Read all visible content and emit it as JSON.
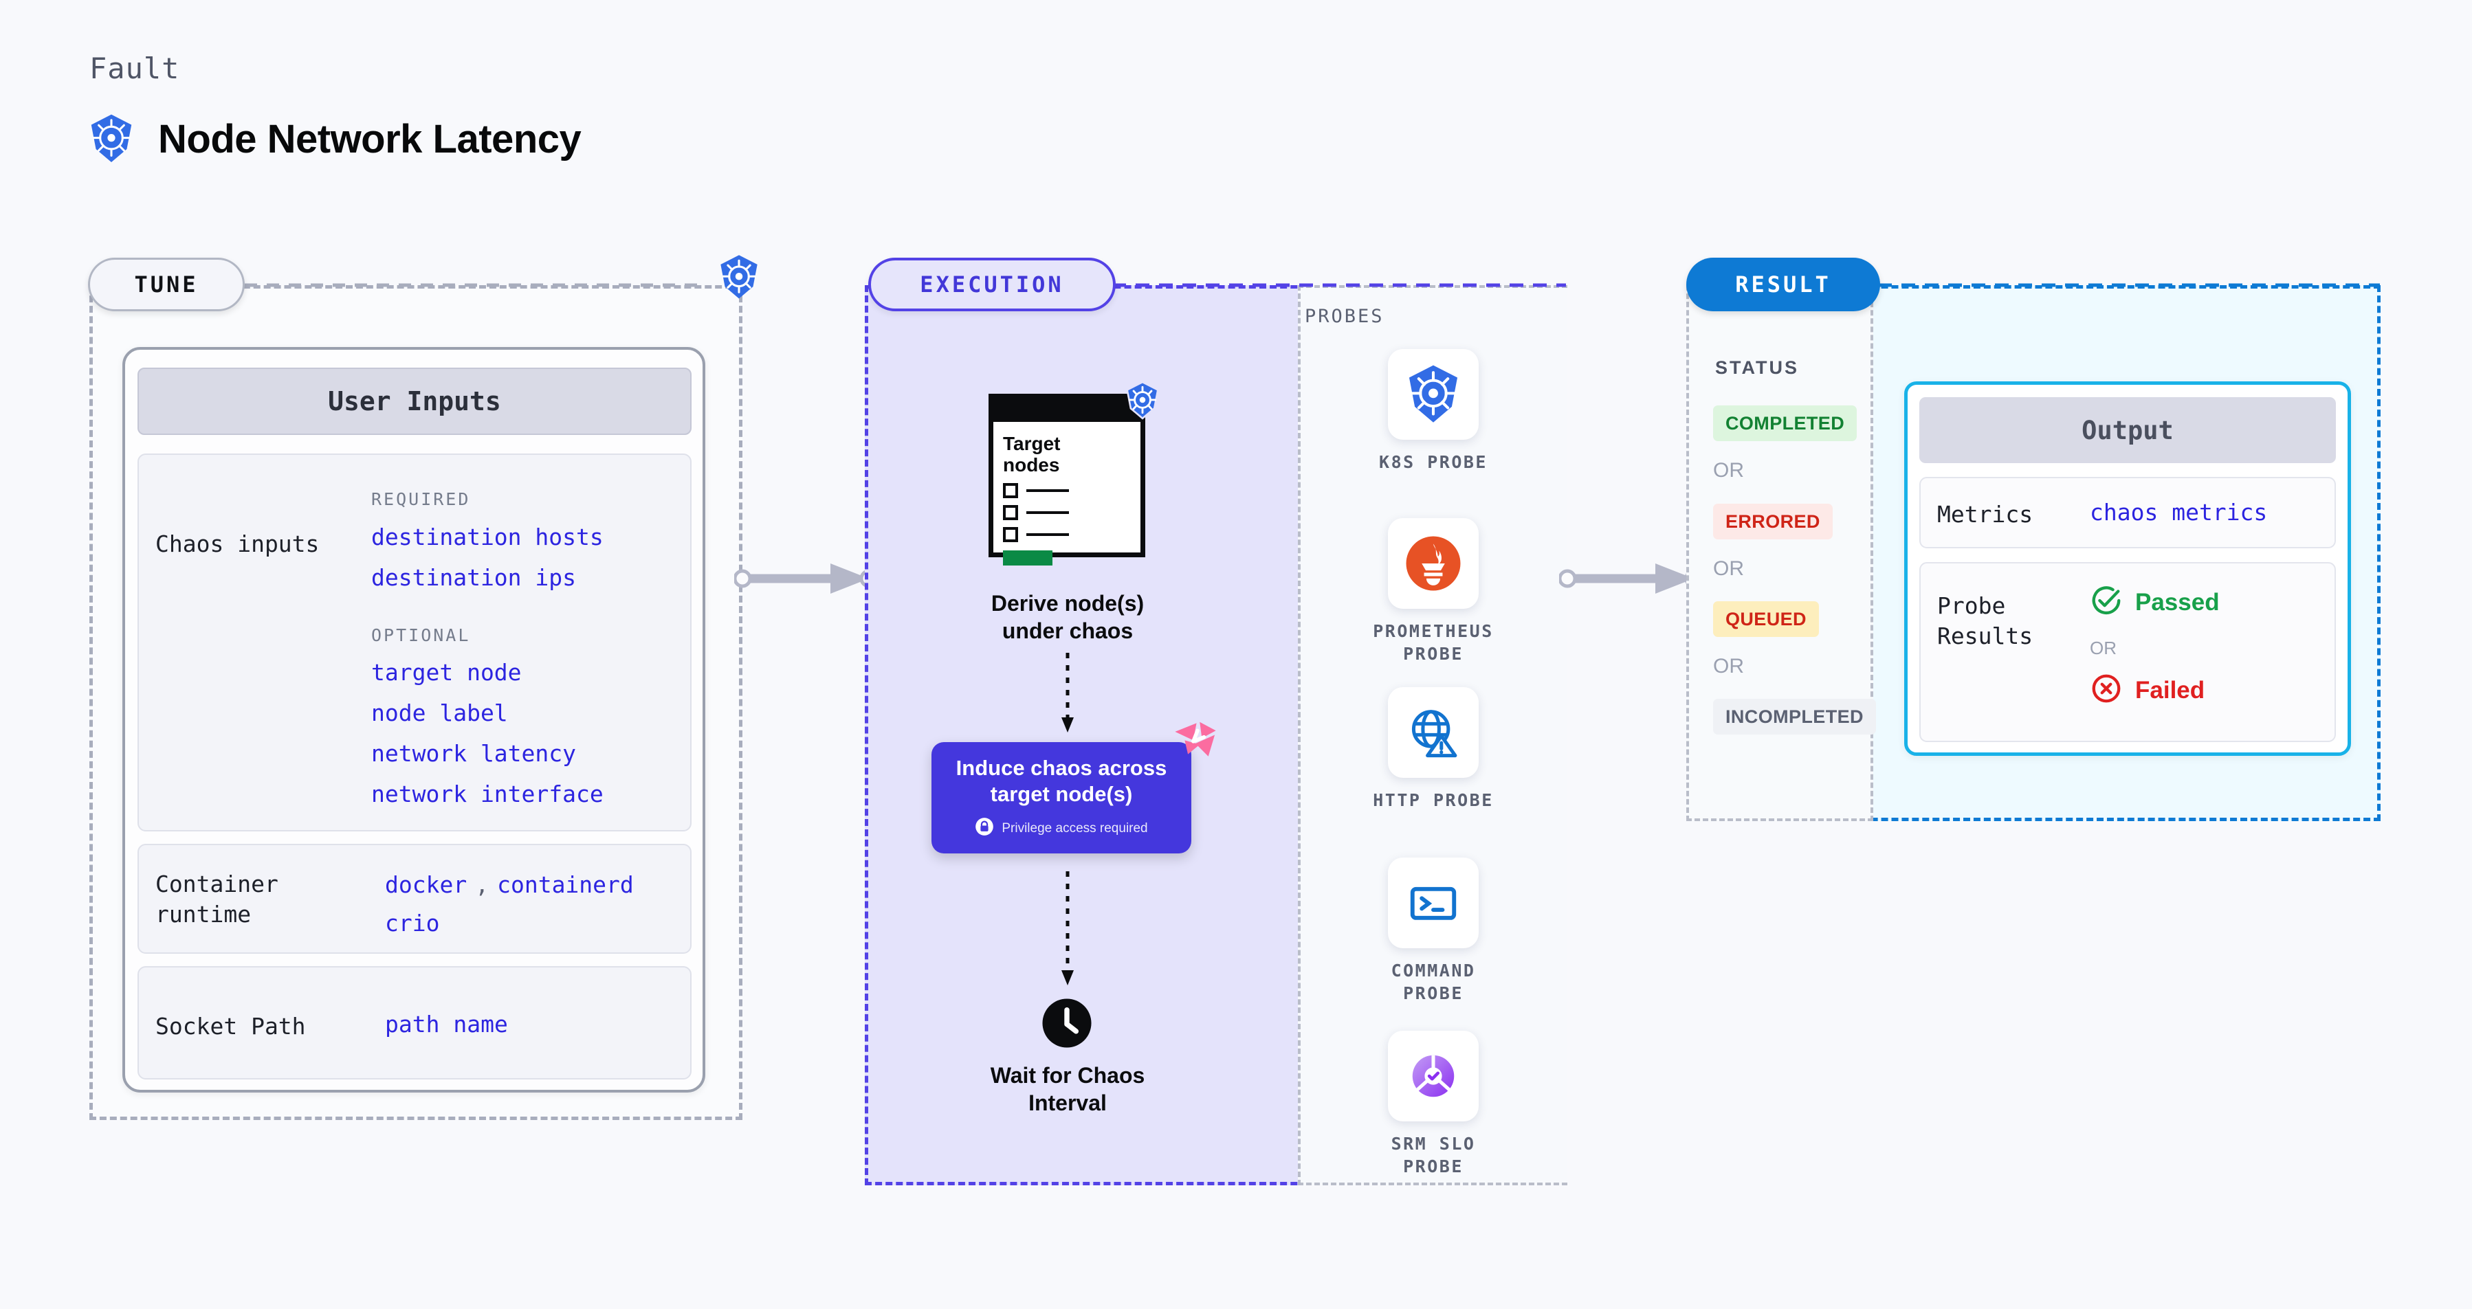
{
  "header": {
    "eyebrow": "Fault",
    "title": "Node Network Latency",
    "logo_icon": "kubernetes-icon"
  },
  "tune": {
    "chip_label": "TUNE",
    "badge_icon": "kubernetes-icon",
    "card_title": "User Inputs",
    "chaos_inputs": {
      "label": "Chaos inputs",
      "required_heading": "REQUIRED",
      "required": [
        "destination hosts",
        "destination ips"
      ],
      "optional_heading": "OPTIONAL",
      "optional": [
        "target node",
        "node label",
        "network latency",
        "network interface"
      ]
    },
    "container_runtime": {
      "label": "Container runtime",
      "label_line1": "Container",
      "label_line2": "runtime",
      "values_line1": [
        "docker",
        "containerd"
      ],
      "separator": ",",
      "values_line2": [
        "crio"
      ]
    },
    "socket_path": {
      "label": "Socket Path",
      "value": "path name"
    }
  },
  "execution": {
    "chip_label": "EXECUTION",
    "steps": [
      {
        "id": "derive-nodes",
        "doc_title_line1": "Target",
        "doc_title_line2": "nodes",
        "badge_icon": "kubernetes-icon",
        "caption_line1": "Derive node(s)",
        "caption_line2": "under chaos"
      },
      {
        "id": "induce-chaos",
        "title_line1": "Induce chaos across",
        "title_line2": "target node(s)",
        "privilege_note": "Privilege access required",
        "privilege_icon": "lock-icon",
        "corner_icon": "harness-icon",
        "box_color": "#4437dd"
      },
      {
        "id": "wait-interval",
        "icon": "clock-icon",
        "caption_line1": "Wait for Chaos",
        "caption_line2": "Interval"
      }
    ]
  },
  "probes": {
    "title": "PROBES",
    "items": [
      {
        "icon": "kubernetes-icon",
        "label_line1": "K8S  PROBE",
        "label_line2": ""
      },
      {
        "icon": "prometheus-icon",
        "label_line1": "PROMETHEUS",
        "label_line2": "PROBE"
      },
      {
        "icon": "globe-warning-icon",
        "label_line1": "HTTP  PROBE",
        "label_line2": ""
      },
      {
        "icon": "terminal-icon",
        "label_line1": "COMMAND",
        "label_line2": "PROBE"
      },
      {
        "icon": "srm-slo-icon",
        "label_line1": "SRM  SLO",
        "label_line2": "PROBE"
      }
    ]
  },
  "result": {
    "chip_label": "RESULT",
    "status_title": "STATUS",
    "or_label": "OR",
    "statuses": [
      {
        "label": "COMPLETED",
        "bg": "#ddf5de",
        "fg": "#128132"
      },
      {
        "label": "ERRORED",
        "bg": "#fde9e7",
        "fg": "#cf2417"
      },
      {
        "label": "QUEUED",
        "bg": "#fdeebd",
        "fg": "#cf2417"
      },
      {
        "label": "INCOMPLETED",
        "bg": "#eff1f5",
        "fg": "#5b6172"
      }
    ],
    "output": {
      "title": "Output",
      "metrics_label": "Metrics",
      "metrics_value": "chaos metrics",
      "probe_results_label_line1": "Probe",
      "probe_results_label_line2": "Results",
      "passed_label": "Passed",
      "passed_icon": "check-circle-icon",
      "failed_label": "Failed",
      "failed_icon": "x-circle-icon",
      "or_label": "OR"
    }
  },
  "colors": {
    "accent_indigo": "#4437dd",
    "accent_blue": "#0e7ad4",
    "accent_cyan": "#19b2e8",
    "value_blue": "#2c24e0",
    "harness_pink": "#fb6ca0"
  }
}
